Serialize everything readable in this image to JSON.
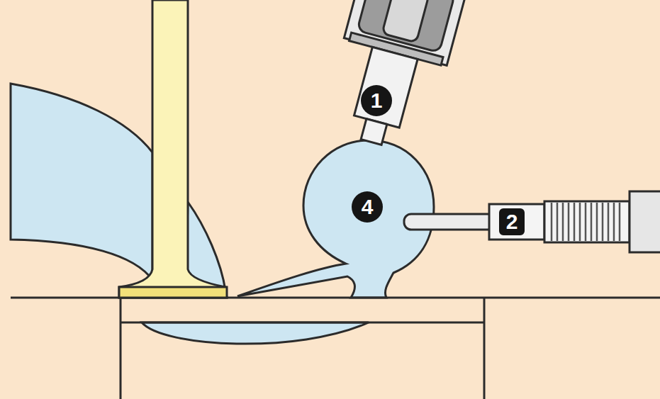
{
  "diagram": {
    "labels": [
      "1",
      "4",
      "2"
    ]
  }
}
